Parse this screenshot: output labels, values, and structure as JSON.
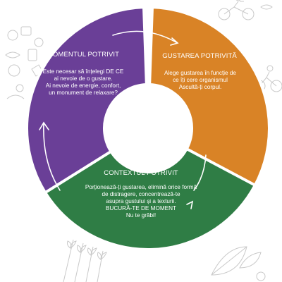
{
  "colors": {
    "purple": "#6a3f97",
    "orange": "#d98326",
    "green": "#2f7d45",
    "center": "#ffffff",
    "arrow": "#ffffff",
    "doodle": "#c9c9c9"
  },
  "segments": {
    "left": {
      "title": "MOMENTUL POTRIVIT",
      "lines": [
        "Este necesar să înțelegi DE CE",
        "ai nevoie de o gustare.",
        "Ai nevoie de energie, confort,",
        "un monument de relaxare?"
      ]
    },
    "right": {
      "title": "GUSTAREA POTRIVITĂ",
      "lines": [
        "Alege gustarea în funcție de",
        "ce îți cere organismul",
        "Ascultă-ți corpul."
      ]
    },
    "bottom": {
      "title": "CONTEXTUL POTRIVIT",
      "lines": [
        "Porționează-ți gustarea, elimină orice formă",
        "de distragere, concentrează-te",
        "asupra gustului și a texturii.",
        "BUCURĂ-TE DE MOMENT",
        "Nu te grăbi!"
      ]
    }
  },
  "icons": {
    "top_left": "kitchen-doodle-icon",
    "top_right": "cyclist-doodle-icon",
    "bottom_left": "wheat-doodle-icon",
    "bottom_right": "leaf-doodle-icon"
  }
}
